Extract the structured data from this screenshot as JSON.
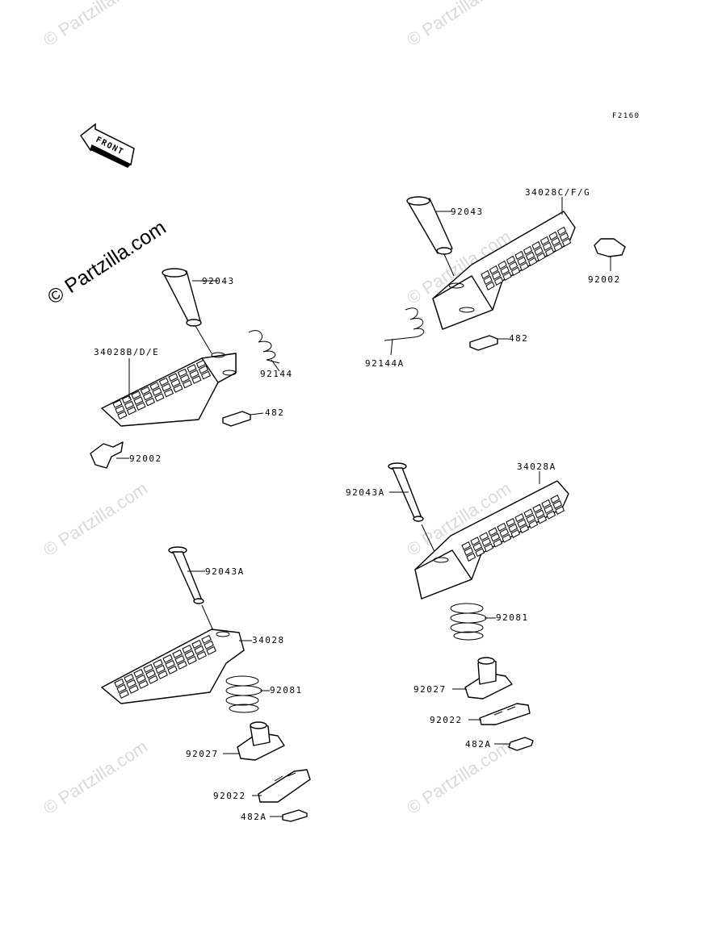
{
  "diagram": {
    "code": "F2160",
    "front_label": "FRONT",
    "watermark_main": "© Partzilla.com",
    "watermark_faint": "© Partzilla.com",
    "parts": {
      "tl_pin": "92043",
      "tl_peg": "34028B/D/E",
      "tl_spring": "92144",
      "tl_ring": "482",
      "tl_stopper": "92002",
      "tr_pin": "92043",
      "tr_peg": "34028C/F/G",
      "tr_stopper": "92002",
      "tr_spring": "92144A",
      "tr_ring": "482",
      "bl_pin": "92043A",
      "bl_peg": "34028",
      "bl_spring": "92081",
      "bl_bracket": "92027",
      "bl_plate": "92022",
      "bl_ring": "482A",
      "br_pin": "92043A",
      "br_peg": "34028A",
      "br_spring": "92081",
      "br_bracket": "92027",
      "br_plate": "92022",
      "br_ring": "482A"
    }
  }
}
